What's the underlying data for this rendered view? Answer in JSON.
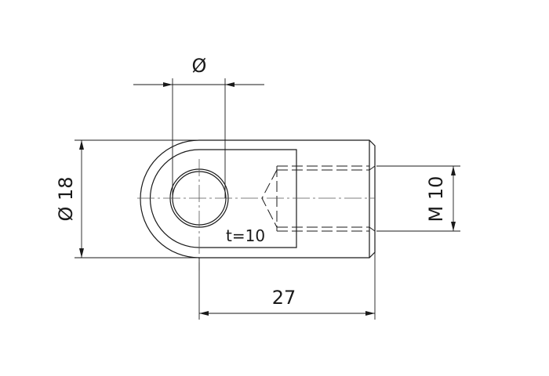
{
  "drawing": {
    "type": "technical-drawing",
    "subject": "eye end fitting (eyelet rod end)",
    "line_color": "#1a1a1a",
    "background": "#ffffff",
    "dimensions": {
      "hole_diameter": {
        "label": "Ø"
      },
      "outer_diameter": {
        "label": "Ø 18"
      },
      "thread": {
        "label": "M 10"
      },
      "length": {
        "label": "27"
      },
      "thickness": {
        "label": "t=10"
      }
    }
  }
}
